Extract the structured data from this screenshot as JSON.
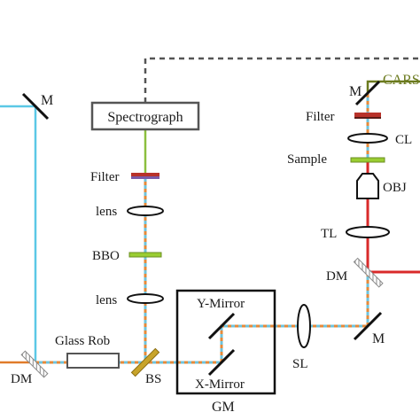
{
  "labels": {
    "mirror_top_left": "M",
    "spectrograph": "Spectrograph",
    "filter_left": "Filter",
    "lens_upper": "lens",
    "bbo": "BBO",
    "lens_lower": "lens",
    "glass_rod": "Glass Rob",
    "dm_bottom_left": "DM",
    "bs": "BS",
    "y_mirror": "Y-Mirror",
    "x_mirror": "X-Mirror",
    "gm": "GM",
    "sl": "SL",
    "mirror_bottom_right": "M",
    "dm_right": "DM",
    "tl": "TL",
    "obj": "OBJ",
    "sample": "Sample",
    "cl": "CL",
    "filter_right": "Filter",
    "mirror_top_right": "M",
    "cars": "CARS"
  },
  "colors": {
    "blue_beam": "#5bc8e6",
    "green_beam": "#8cbf3f",
    "orange_beam": "#e07b2a",
    "combined_beam_a": "#e58a3a",
    "combined_beam_b": "#6fc3dc",
    "red_beam": "#d92a2a",
    "cars_line": "#6b7a1e",
    "dashed_line": "#555555",
    "bbo_crystal": "#9acd32",
    "filter_red": "#b8322a",
    "filter_purple": "#7b5aa6"
  }
}
